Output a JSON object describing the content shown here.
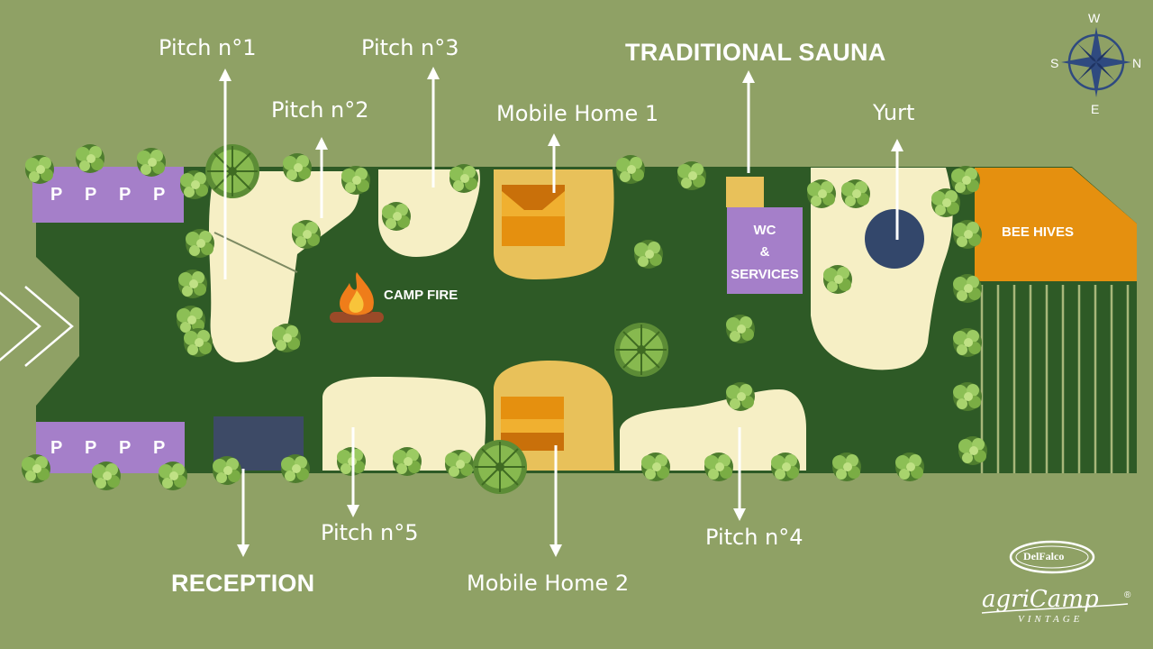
{
  "map": {
    "colors": {
      "background": "#8fa165",
      "ground": "#2e5a26",
      "pitch": "#f6efc5",
      "parking": "#a57fc9",
      "reception": "#3d4a66",
      "mobile_home": "#e8c15a",
      "roof": "#e5900f",
      "beehives": "#e5900f",
      "yurt": "#33476b",
      "wc": "#a57fc9"
    },
    "parking_top": [
      "P",
      "P",
      "P",
      "P"
    ],
    "parking_bottom": [
      "P",
      "P",
      "P",
      "P"
    ],
    "labels": {
      "pitch1": "Pitch n°1",
      "pitch2": "Pitch n°2",
      "pitch3": "Pitch n°3",
      "pitch4": "Pitch n°4",
      "pitch5": "Pitch n°5",
      "mobile_home1": "Mobile Home 1",
      "mobile_home2": "Mobile Home 2",
      "sauna": "TRADITIONAL SAUNA",
      "yurt": "Yurt",
      "reception": "RECEPTION"
    },
    "areas": {
      "camp_fire": "CAMP FIRE",
      "wc_line1": "WC",
      "wc_line2": "&",
      "wc_line3": "SERVICES",
      "bee_hives": "BEE HIVES"
    },
    "compass": {
      "w": "W",
      "e": "E",
      "s": "S",
      "n": "N"
    },
    "logo": {
      "brand": "DelFalco",
      "name": "agriCamp",
      "tag": "VINTAGE",
      "reg": "®"
    }
  }
}
